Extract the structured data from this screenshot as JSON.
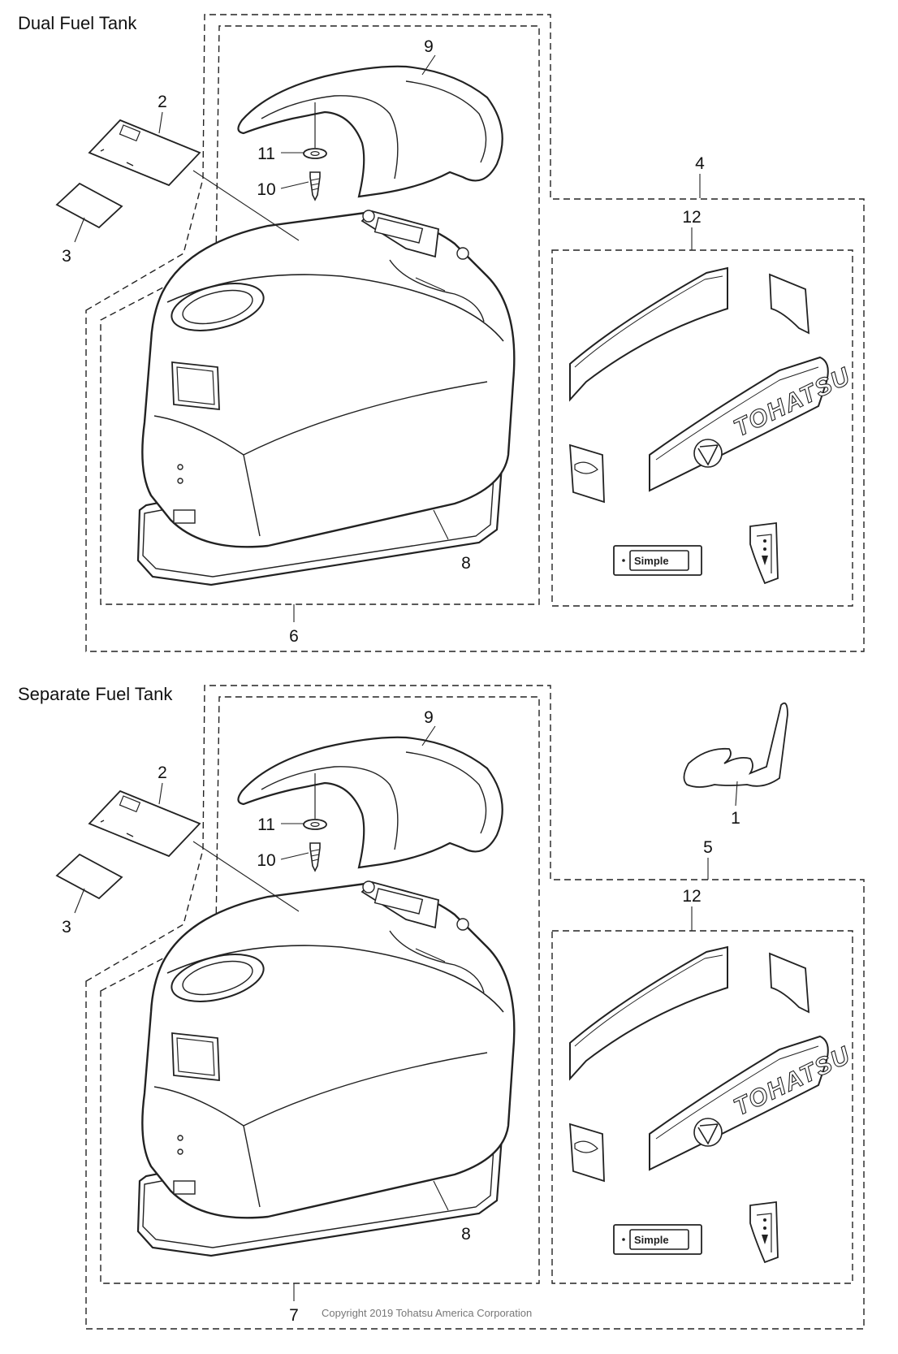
{
  "sections": [
    {
      "title": "Dual Fuel Tank",
      "callouts": {
        "c9": "9",
        "c2": "2",
        "c11": "11",
        "c10": "10",
        "c3": "3",
        "c4": "4",
        "c12": "12",
        "c8": "8",
        "c6": "6"
      },
      "decal_brand": "TOHATSU",
      "decal_badge": "Simple"
    },
    {
      "title": "Separate Fuel Tank",
      "callouts": {
        "c9": "9",
        "c2": "2",
        "c11": "11",
        "c10": "10",
        "c3": "3",
        "c1": "1",
        "c5": "5",
        "c12": "12",
        "c8": "8",
        "c7": "7"
      },
      "decal_brand": "TOHATSU",
      "decal_badge": "Simple"
    }
  ],
  "copyright": "Copyright 2019 Tohatsu America Corporation"
}
